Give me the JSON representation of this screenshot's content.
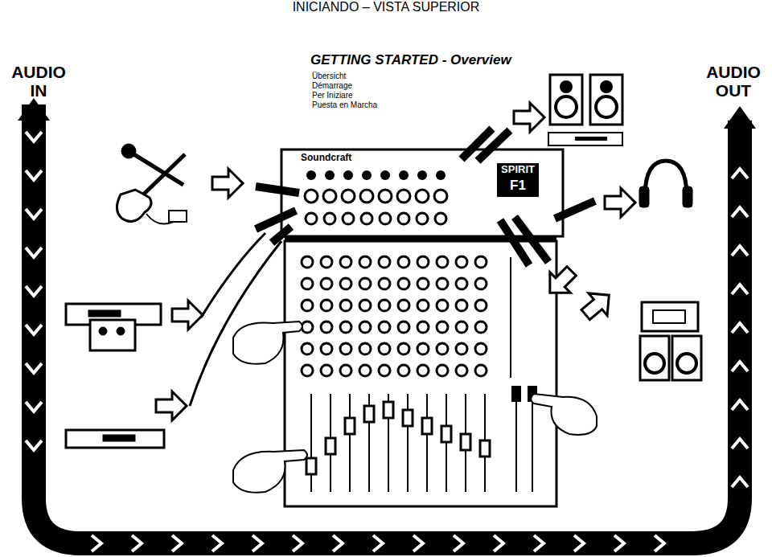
{
  "diagram": {
    "title": "INICIANDO – VISTA SUPERIOR",
    "labels": [
      "GETTING STARTED - Overview",
      "Übersicht",
      "Démarrage",
      "Per Iniziare",
      "Puesta en Marcha",
      "AUDIO IN",
      "AUDIO OUT",
      "Soundcraft",
      "SPIRIT",
      "F1"
    ]
  }
}
